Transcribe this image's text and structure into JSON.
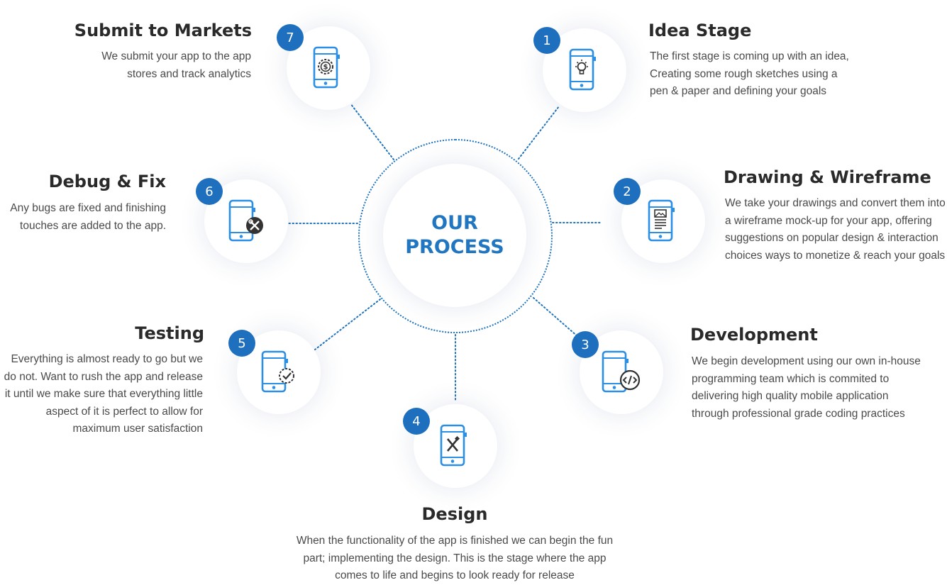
{
  "center": {
    "line1": "OUR",
    "line2": "PROCESS"
  },
  "colors": {
    "accent": "#1f6fbf",
    "icon_blue": "#2b8fe6",
    "title": "#2a2a2a",
    "text": "#4a4a4a"
  },
  "steps": [
    {
      "number": "1",
      "title": "Idea Stage",
      "icon": "phone-lightbulb-icon",
      "description": "The first stage is coming up with an idea,\nCreating some rough sketches using a\npen & paper and defining your goals"
    },
    {
      "number": "2",
      "title": "Drawing & Wireframe",
      "icon": "phone-wireframe-icon",
      "description": "We take your drawings and convert them into\na wireframe mock-up for your app, offering\nsuggestions on popular design & interaction\nchoices ways to monetize & reach your goals"
    },
    {
      "number": "3",
      "title": "Development",
      "icon": "phone-code-icon",
      "description": "We begin development using our own in-house\nprogramming team which is commited to\ndelivering high quality mobile application\nthrough professional grade coding practices"
    },
    {
      "number": "4",
      "title": "Design",
      "icon": "phone-design-tools-icon",
      "description": "When the functionality of the app is finished we can begin the fun\npart; implementing the design. This is the stage where the app\ncomes to life and begins to look ready for release"
    },
    {
      "number": "5",
      "title": "Testing",
      "icon": "phone-check-icon",
      "description": "Everything is almost ready to go but we\ndo not. Want to rush the app and release\nit until we make sure that everything little\naspect of it is perfect to allow for\nmaximum user satisfaction"
    },
    {
      "number": "6",
      "title": "Debug & Fix",
      "icon": "phone-tools-icon",
      "description": "Any bugs are fixed and finishing\ntouches are added to the app."
    },
    {
      "number": "7",
      "title": "Submit to Markets",
      "icon": "phone-dollar-icon",
      "description": "We submit your app to the app\nstores and track analytics"
    }
  ]
}
